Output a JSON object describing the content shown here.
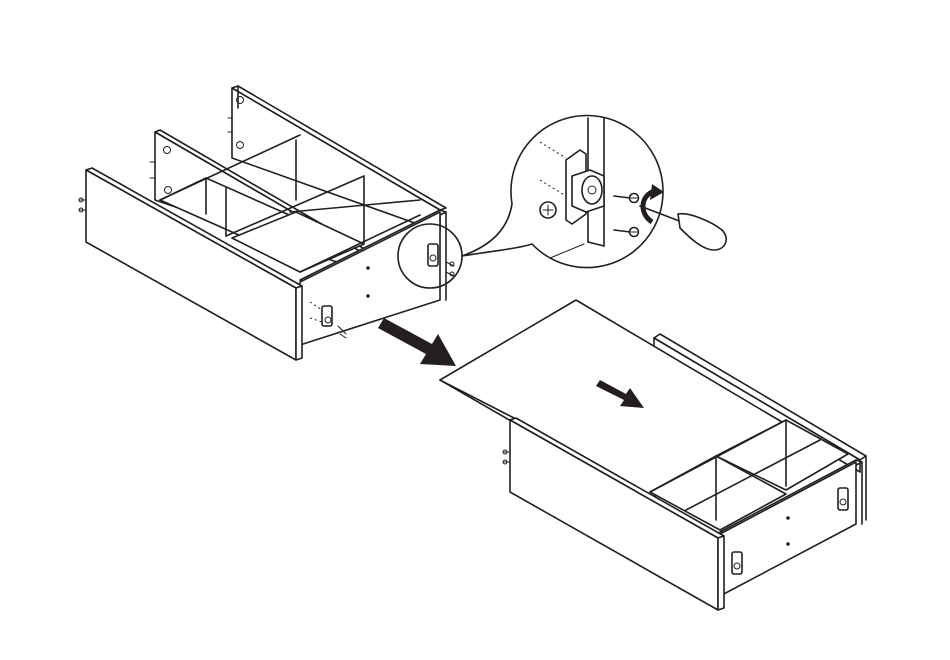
{
  "figure": {
    "background": "#ffffff",
    "line_color": "#231f20",
    "steps": [
      {
        "id": "drawer-frame",
        "icon": "open-drawer-frame"
      },
      {
        "id": "detail-callout",
        "icon": "magnifier-callout",
        "tool": "screwdriver-icon"
      },
      {
        "id": "insert-bottom-panel",
        "icon": "drawer-with-bottom-panel"
      }
    ],
    "arrows": [
      "large-arrow-right-down",
      "small-arrow-right-down"
    ]
  }
}
